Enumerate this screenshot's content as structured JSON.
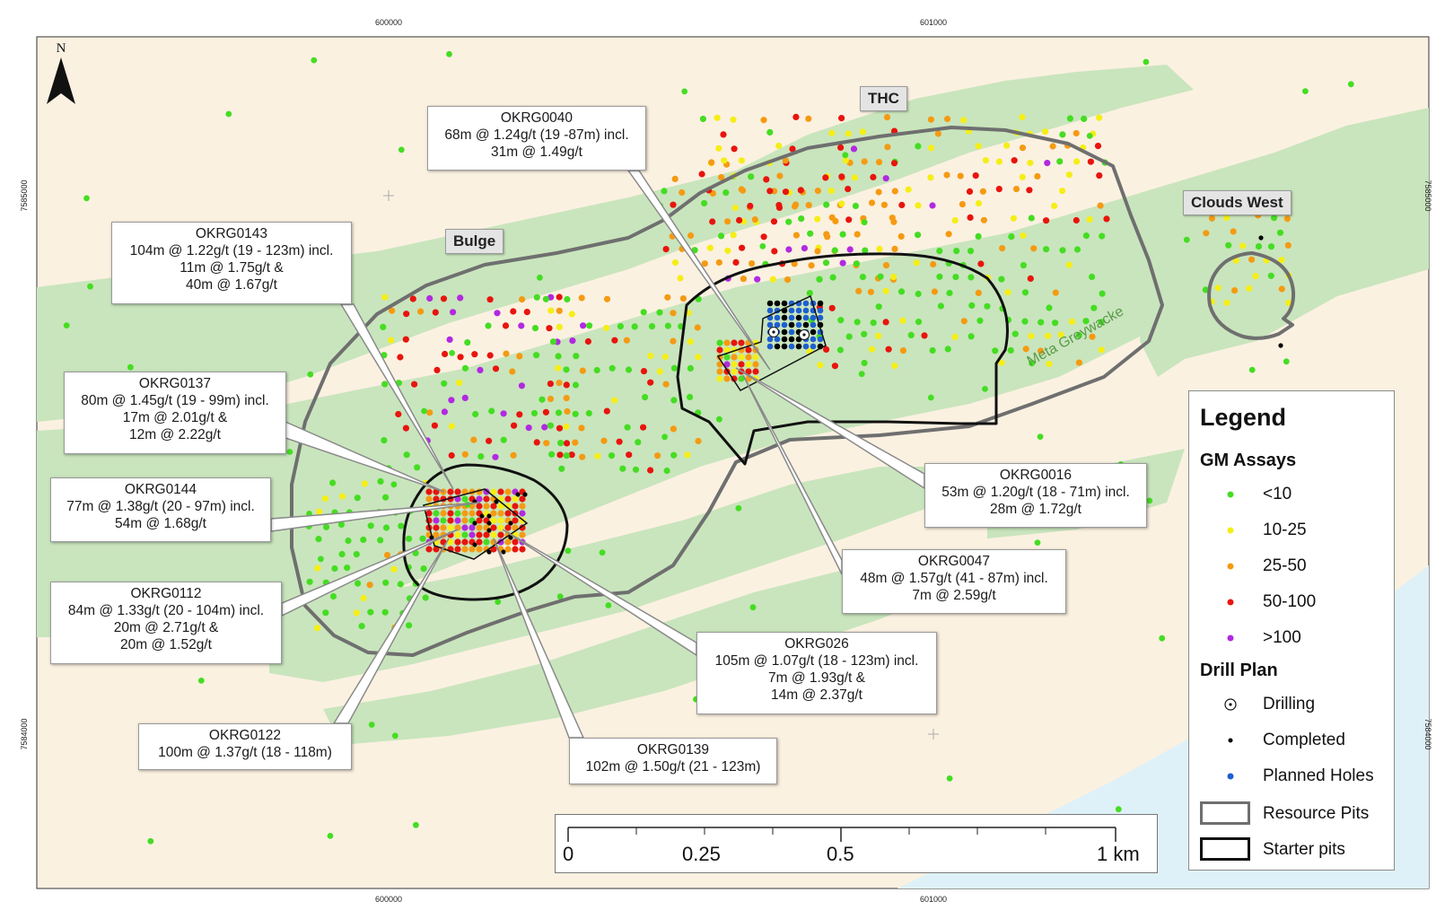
{
  "map": {
    "colors": {
      "background": "#fbf1e1",
      "greywacke": "#c9e5bd",
      "water": "#dff1f8",
      "resource_pit": "#6f6f6f",
      "starter_pit": "#111111",
      "assay_lt10": "#44dd22",
      "assay_10_25": "#f5ee16",
      "assay_25_50": "#f59a12",
      "assay_50_100": "#e8140e",
      "assay_gt100": "#b229e0",
      "planned_holes": "#1e5fd0",
      "completed": "#000000"
    },
    "easting_labels": [
      "600000",
      "601000"
    ],
    "northing_labels": [
      "7585000",
      "7584000"
    ],
    "north_label": "N",
    "geology_label": "Meta Greywacke"
  },
  "areas": {
    "bulge": "Bulge",
    "thc": "THC",
    "clouds_west": "Clouds West"
  },
  "callouts": [
    {
      "id": "okrg0040",
      "lines": [
        "OKRG0040",
        "68m @ 1.24g/t (19 -87m) incl.",
        "31m @ 1.49g/t"
      ]
    },
    {
      "id": "okrg0143",
      "lines": [
        "OKRG0143",
        "104m @ 1.22g/t (19 - 123m) incl.",
        "11m @ 1.75g/t &",
        "40m @ 1.67g/t"
      ]
    },
    {
      "id": "okrg0137",
      "lines": [
        "OKRG0137",
        "80m @ 1.45g/t (19 - 99m) incl.",
        "17m @ 2.01g/t &",
        "12m @ 2.22g/t"
      ]
    },
    {
      "id": "okrg0144",
      "lines": [
        "OKRG0144",
        "77m @ 1.38g/t (20 - 97m) incl.",
        "54m @ 1.68g/t"
      ]
    },
    {
      "id": "okrg0112",
      "lines": [
        "OKRG0112",
        "84m @ 1.33g/t (20 - 104m) incl.",
        "20m @ 2.71g/t &",
        "20m @ 1.52g/t"
      ]
    },
    {
      "id": "okrg0122",
      "lines": [
        "OKRG0122",
        "100m @ 1.37g/t (18 - 118m)"
      ]
    },
    {
      "id": "okrg0139",
      "lines": [
        "OKRG0139",
        "102m @ 1.50g/t (21 - 123m)"
      ]
    },
    {
      "id": "okrg026",
      "lines": [
        "OKRG026",
        "105m @ 1.07g/t (18 - 123m) incl.",
        "7m @ 1.93g/t &",
        "14m @ 2.37g/t"
      ]
    },
    {
      "id": "okrg0047",
      "lines": [
        "OKRG0047",
        "48m @ 1.57g/t (41 - 87m) incl.",
        "7m @ 2.59g/t"
      ]
    },
    {
      "id": "okrg0016",
      "lines": [
        "OKRG0016",
        "53m @ 1.20g/t (18 - 71m) incl.",
        "28m @ 1.72g/t"
      ]
    }
  ],
  "legend": {
    "title": "Legend",
    "assays_title": "GM Assays",
    "assays": [
      "<10",
      "10-25",
      "25-50",
      "50-100",
      ">100"
    ],
    "drill_title": "Drill Plan",
    "drill_items": [
      "Drilling",
      "Completed",
      "Planned Holes"
    ],
    "pit_items": [
      "Resource Pits",
      "Starter pits"
    ]
  },
  "scale_bar": {
    "ticks": [
      "0",
      "0.25",
      "0.5",
      "1 km"
    ]
  }
}
